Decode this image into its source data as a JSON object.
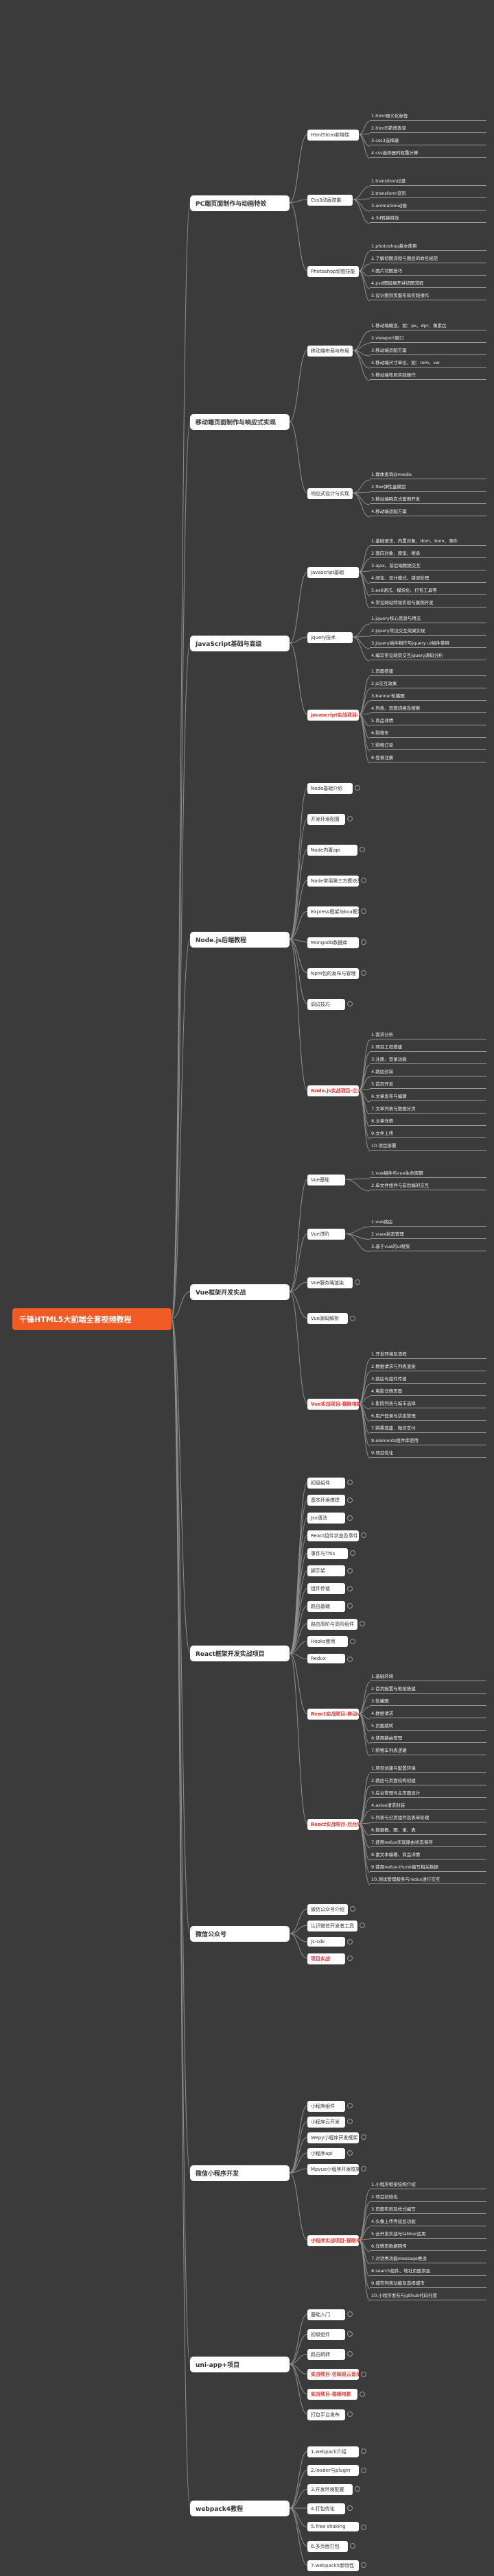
{
  "root": "千锋HTML5大前端全套视频教程",
  "colors": {
    "background": "#3b3b3b",
    "root": "#f05a24",
    "lines": "#8f8f8f",
    "highlight": "#e53935"
  },
  "branches": [
    {
      "label": "PC端页面制作与动画特效",
      "children": [
        {
          "label": "Html5htm新特性",
          "children": [
            "1.html语义化标签",
            "2.html5新增表单",
            "3.css3选择器",
            "4.css选择器的权重计算"
          ]
        },
        {
          "label": "Css3动画技能",
          "children": [
            "1.transition过渡",
            "2.transform变形",
            "3.animation动画",
            "4.3d转换特效"
          ]
        },
        {
          "label": "Photoshop切图技能",
          "children": [
            "1.photoshop基本使用",
            "2.了解切图流程与图层的命名规范",
            "3.图片切图技巧",
            "4.psd图层展开并切图流程",
            "5.设计图到页面布局实践操作"
          ]
        }
      ]
    },
    {
      "label": "移动端页面制作与响应式实现",
      "children": [
        {
          "label": "移动端布局与布局",
          "children": [
            "1.移动端概念、如：px、dpr、像素比",
            "2.viewport窗口",
            "3.移动端适配方案",
            "4.移动端尺寸单位，如：rem、vw",
            "5.移动端布局实践操作"
          ]
        },
        {
          "label": "响应式设计与实现",
          "children": [
            "1.媒体查询@media",
            "2.flex弹性盒模型",
            "3.移动端响应式案例开发",
            "4.移动端适配方案"
          ]
        }
      ]
    },
    {
      "label": "JavaScript基础与高级",
      "children": [
        {
          "label": "javascript基础",
          "children": [
            "1.基础语法、内置对象、dom、bom、事件",
            "2.面向对象、原型、继承",
            "3.ajax、前后端数据交互",
            "4.闭包、设计模式、错误处理",
            "5.es6语法、模块化、打包工具等",
            "6.常见网站特效实现与案例开发"
          ]
        },
        {
          "label": "jquery技术",
          "children": [
            "1.jquery核心思想与用法",
            "2.jquery常见交互效果实现",
            "3.jquery插件制作与jquery ui组件使用",
            "4.编写常见网页交互jquery源码分析"
          ]
        },
        {
          "label": "javascript实战项目-货仓全栈项目",
          "red": true,
          "children": [
            "1.页面搭建",
            "2.js交互效果",
            "3.banner轮播图",
            "4.列表、页面切换及搜索",
            "5.商品详情",
            "6.购物车",
            "7.购物订单",
            "8.登录注册"
          ]
        }
      ]
    },
    {
      "label": "Node.js后端教程",
      "children": [
        {
          "label": "Node基础介绍",
          "children": []
        },
        {
          "label": "开发环境配置",
          "children": []
        },
        {
          "label": "Node内置api",
          "children": []
        },
        {
          "label": "Node常用第三方模块及使用",
          "children": []
        },
        {
          "label": "Express框架与koa框架",
          "children": []
        },
        {
          "label": "Mongodb数据库",
          "children": []
        },
        {
          "label": "Npm包的发布与管理",
          "children": []
        },
        {
          "label": "调试技巧",
          "children": []
        },
        {
          "label": "Node.js实战项目-企业管理系统项目",
          "red": true,
          "children": [
            "1.需求分析",
            "2.项目工程搭建",
            "3.注册、登录功能",
            "4.路由封装",
            "5.首页开发",
            "6.文章发布与编辑",
            "7.文章列表与数据分页",
            "8.文章详情",
            "9.文件上传",
            "10.项目部署"
          ]
        }
      ]
    },
    {
      "label": "Vue框架开发实战",
      "children": [
        {
          "label": "Vue基础",
          "children": [
            "1.vue组件与vue生命周期",
            "2.单文件组件与前后端的交互"
          ]
        },
        {
          "label": "Vue进阶",
          "children": [
            "1.vue路由",
            "2.vuex状态管理",
            "3.基于vue的ui框架"
          ]
        },
        {
          "label": "Vue服务端渲染",
          "children": []
        },
        {
          "label": "Vue源码解析",
          "children": []
        },
        {
          "label": "Vue实战项目-猫眼电影",
          "red": true,
          "children": [
            "1.开发环境及流程",
            "2.数据请求与列表渲染",
            "3.路由与组件传值",
            "4.电影详情页面",
            "5.影院列表与城市选择",
            "6.用户登录与状态管理",
            "7.购票选座、微信支付",
            "8.elements组件库使用",
            "9.项目优化"
          ]
        }
      ]
    },
    {
      "label": "React框架开发实战项目",
      "children": [
        {
          "label": "初级组件",
          "children": []
        },
        {
          "label": "基本环境搭建",
          "children": []
        },
        {
          "label": "Jsx语法",
          "children": []
        },
        {
          "label": "React组件状态及事件",
          "children": []
        },
        {
          "label": "事件与This",
          "children": []
        },
        {
          "label": "脚手架",
          "children": []
        },
        {
          "label": "组件传值",
          "children": []
        },
        {
          "label": "路由基础",
          "children": []
        },
        {
          "label": "路由高阶与高阶组件",
          "children": []
        },
        {
          "label": "Hooks使用",
          "children": []
        },
        {
          "label": "Redux",
          "children": []
        },
        {
          "label": "React实战项目-移动web商城项目",
          "red": true,
          "children": [
            "1.基础环境",
            "2.首页配置与框架搭建",
            "3.轮播图",
            "4.数据请求",
            "5.页面跳转",
            "6.使用路由管理",
            "7.购物车列表逻辑"
          ]
        },
        {
          "label": "React实战项目-后台管理系统",
          "red": true,
          "children": [
            "1.项目创建与配置环境",
            "2.路由与页面结构创建",
            "3.后台管理与主页面设计",
            "4.axios请求封装",
            "5.列表与分页组件及表单处理",
            "6.数据概、图、录、表",
            "7.使用redux实现路由状态保存",
            "8.富文本编辑、商品详情",
            "9.使用redux-thunk编写相关数据",
            "10.测试管理服务与redux进行交互"
          ]
        }
      ]
    },
    {
      "label": "微信公众号",
      "children": [
        {
          "label": "微信公众号介绍",
          "children": []
        },
        {
          "label": "认识微信开发者工具",
          "children": []
        },
        {
          "label": "Js-sdk",
          "children": []
        },
        {
          "label": "项目实战",
          "red": true,
          "children": []
        }
      ]
    },
    {
      "label": "微信小程序开发",
      "children": [
        {
          "label": "小程序组件",
          "children": []
        },
        {
          "label": "小程序云开发",
          "children": []
        },
        {
          "label": "Wepy小程序开发框架",
          "children": []
        },
        {
          "label": "小程序api",
          "children": []
        },
        {
          "label": "Mpvue小程序开发框架",
          "children": []
        },
        {
          "label": "小程序实战项目-猫眼电影",
          "red": true,
          "children": [
            "1.小程序框架结构介绍",
            "2.项目初始化",
            "3.页面布局及样式编写",
            "4.头像上传等底层功能",
            "5.云开发实战与tabbar运用",
            "6.详情页数据回传",
            "7.对话类功能message推送",
            "8.search组件、地址页面添加",
            "9.城市列表功能及选择城市",
            "10.小程序发布与github代码托管"
          ]
        }
      ]
    },
    {
      "label": "uni-app+项目",
      "children": [
        {
          "label": "基础入门",
          "children": []
        },
        {
          "label": "初级组件",
          "children": []
        },
        {
          "label": "路由跳转",
          "children": []
        },
        {
          "label": "实战项目-仿网易云音乐",
          "red": true,
          "children": []
        },
        {
          "label": "实战项目-猫眼电影",
          "red": true,
          "children": []
        },
        {
          "label": "打包平台发布",
          "children": []
        }
      ]
    },
    {
      "label": "webpack4教程",
      "children": [
        {
          "label": "1.webpack介绍",
          "children": []
        },
        {
          "label": "2.loader与plugin",
          "children": []
        },
        {
          "label": "3.开发环境配置",
          "children": []
        },
        {
          "label": "4.打包优化",
          "children": []
        },
        {
          "label": "5.Tree shaking",
          "children": []
        },
        {
          "label": "6.多页面打包",
          "children": []
        },
        {
          "label": "7.webpack5新特性",
          "children": []
        }
      ]
    }
  ]
}
